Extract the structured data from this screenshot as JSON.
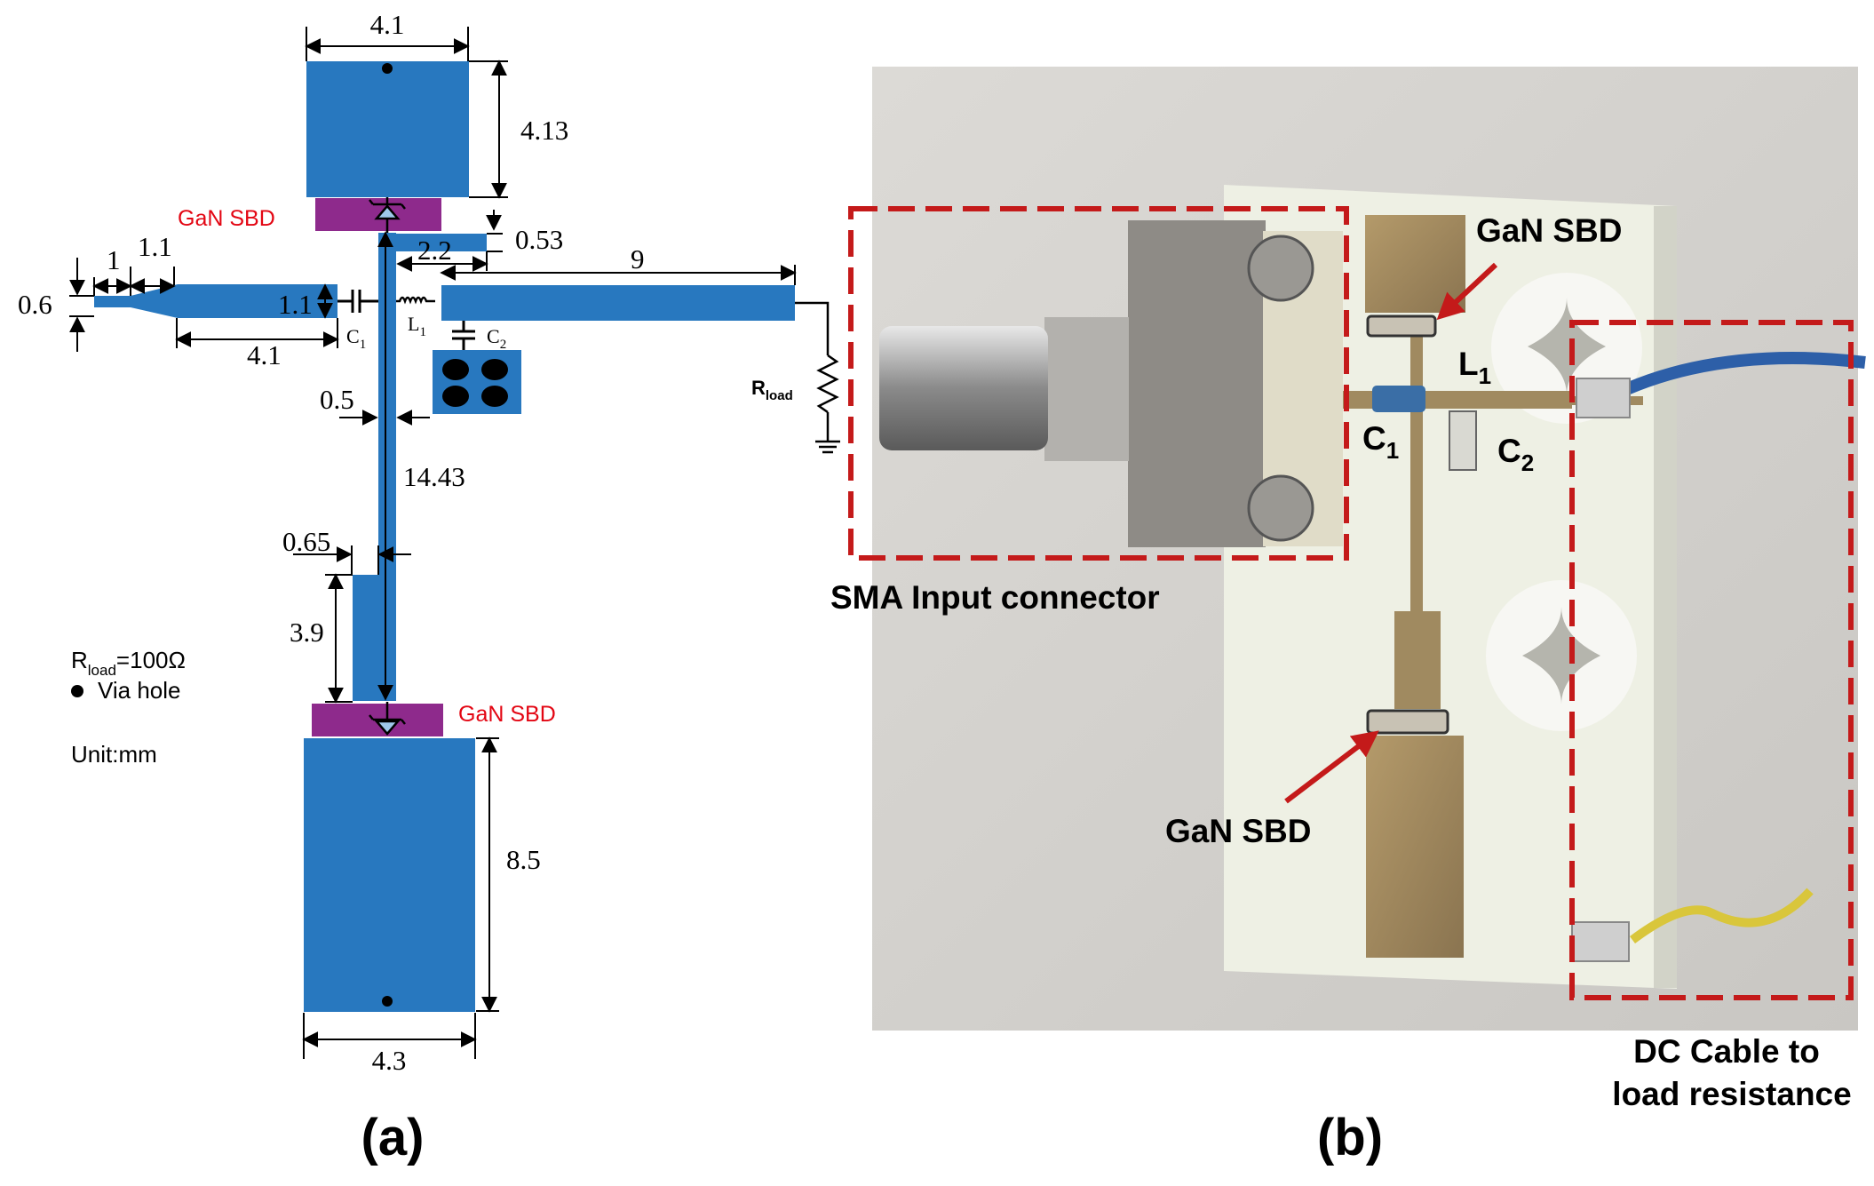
{
  "panel_a": {
    "label": "(a)",
    "dims": {
      "top_width": "4.1",
      "top_height": "4.13",
      "gap_053": "0.53",
      "stub_22": "2.2",
      "line_9": "9",
      "in_1": "1",
      "in_11": "1.1",
      "in_06": "0.6",
      "in_11v": "1.1",
      "in_41": "4.1",
      "w_05": "0.5",
      "len_1443": "14.43",
      "w_065": "0.65",
      "h_39": "3.9",
      "h_85": "8.5",
      "bot_width": "4.3"
    },
    "sbd_top": "GaN SBD",
    "sbd_bottom": "GaN SBD",
    "c1": "C",
    "c1_sub": "1",
    "l1": "L",
    "l1_sub": "1",
    "c2": "C",
    "c2_sub": "2",
    "rload": "R",
    "rload_sub": "load",
    "legend": {
      "rload_r": "R",
      "rload_sub": "load",
      "rload_val": "=100Ω",
      "via": "Via hole",
      "unit": "Unit:mm"
    },
    "colors": {
      "copper": "#2878bf",
      "diode_pad": "#8e2a8c",
      "label_red": "#e30613"
    }
  },
  "panel_b": {
    "label": "(b)",
    "sma": "SMA Input connector",
    "sbd_top": "GaN SBD",
    "sbd_bottom": "GaN SBD",
    "l1": "L",
    "l1_sub": "1",
    "c1": "C",
    "c1_sub": "1",
    "c2": "C",
    "c2_sub": "2",
    "dc_line1": "DC Cable to",
    "dc_line2": "load resistance",
    "colors": {
      "dash_box": "#c41a1a",
      "arrow": "#c41a1a"
    }
  }
}
